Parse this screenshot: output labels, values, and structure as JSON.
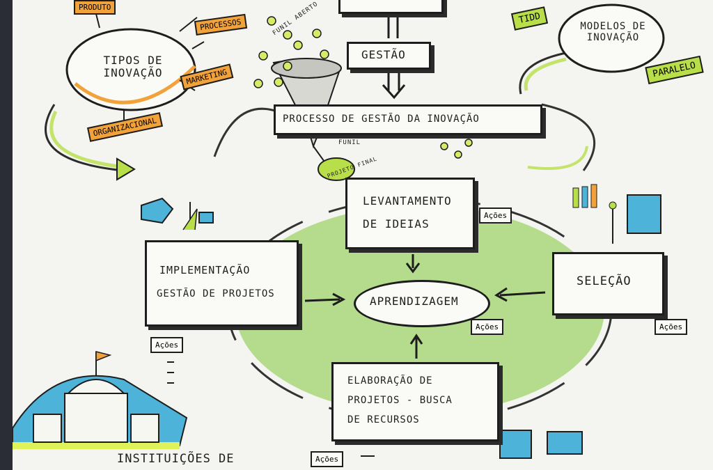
{
  "diagram": {
    "top_clusters": {
      "tipos": {
        "label": "Tipos de Inovação",
        "tags": [
          "Produto",
          "Processos",
          "Marketing",
          "Organizacional"
        ]
      },
      "gestao": {
        "label": "Gestão"
      },
      "modelos": {
        "label": "Modelos de Inovação",
        "tags": [
          "TIDD",
          "Paralelo"
        ]
      }
    },
    "process_bar": {
      "label": "Processo de Gestão da Inovação"
    },
    "funnel": {
      "top_label": "Funil Aberto",
      "bottom_label": "Funil",
      "result_label": "Projeto Final"
    },
    "cycle": {
      "center": "Aprendizagem",
      "levantamento": {
        "line1": "Levantamento",
        "line2": "de Ideias",
        "acoes": "Ações"
      },
      "selecao": {
        "line1": "Seleção",
        "acoes": "Ações"
      },
      "implementacao": {
        "line1": "Implementação",
        "line2": "Gestão de Projetos",
        "acoes": "Ações"
      },
      "elaboracao": {
        "line1": "Elaboração de",
        "line2": "Projetos - Busca",
        "line3": "de Recursos",
        "acoes": "Ações"
      },
      "center_acoes": "Ações"
    },
    "footer_label": "Instituições de",
    "colors": {
      "orange": "#f2a23b",
      "green": "#b8de49",
      "light_green": "#a9d67a",
      "blue": "#4db3d9",
      "ink": "#1d1d1d"
    }
  }
}
